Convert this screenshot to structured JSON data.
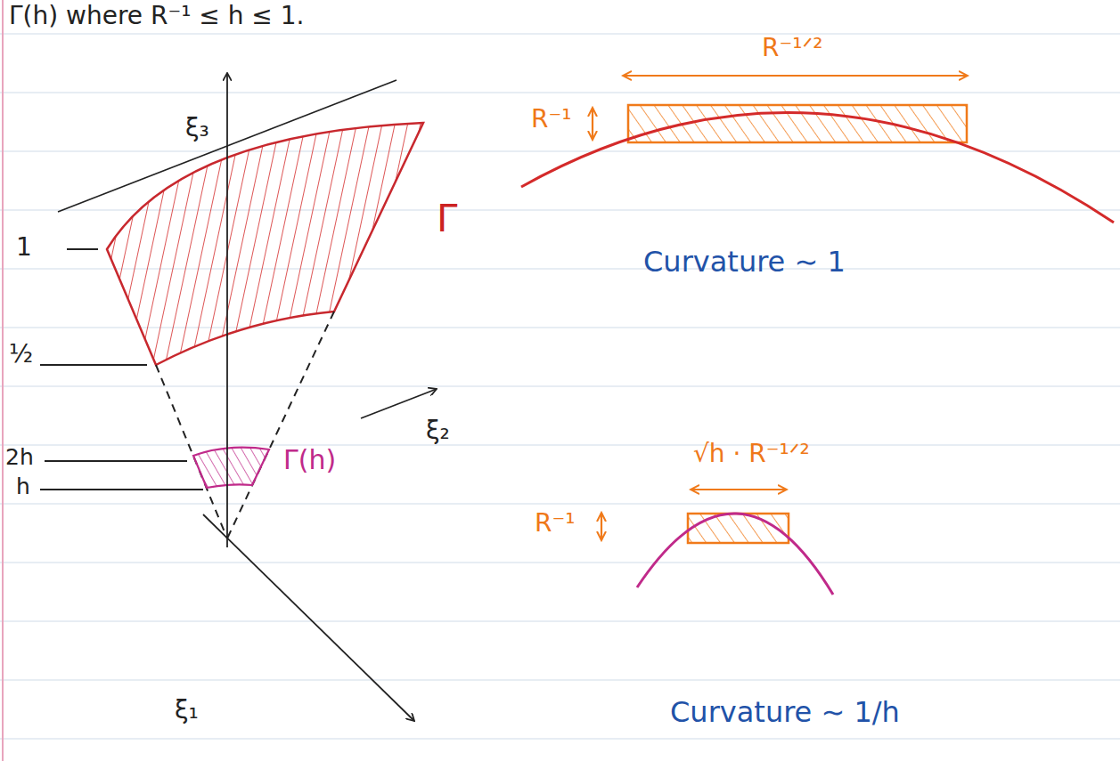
{
  "diagram": {
    "labels": [
      "Γ(h) where R⁻¹ ≤ h ≤ 1.",
      "ξ₃",
      "1",
      "½",
      "2h",
      "h",
      "ξ₂",
      "ξ₁",
      "Γ",
      "Γ(h)",
      "R⁻¹ᐟ²",
      "R⁻¹",
      "Curvature ∼ 1",
      "√h · R⁻¹ᐟ²",
      "R⁻¹",
      "Curvature ∼ 1/h"
    ]
  }
}
